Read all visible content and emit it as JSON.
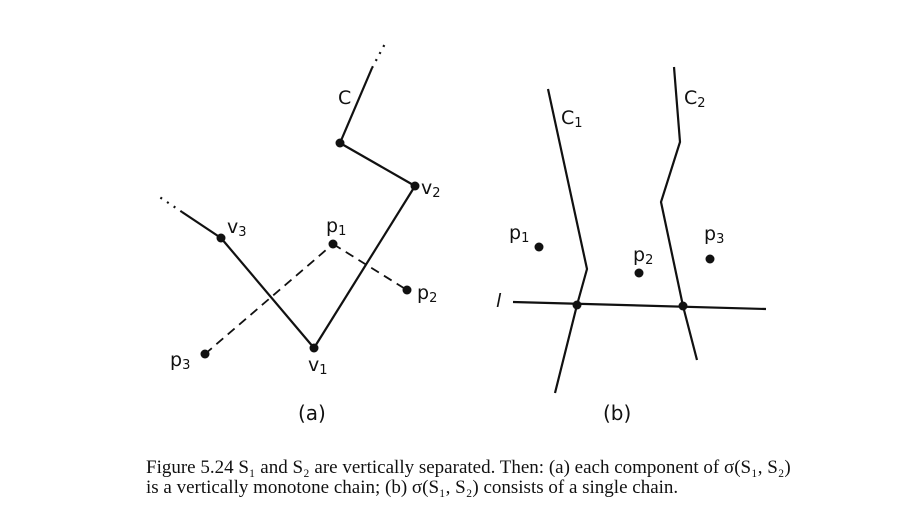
{
  "panel_a": {
    "label": "(a)",
    "labels": {
      "C": "C",
      "v1": "v",
      "v1_sub": "1",
      "v2": "v",
      "v2_sub": "2",
      "v3": "v",
      "v3_sub": "3",
      "p1": "p",
      "p1_sub": "1",
      "p2": "p",
      "p2_sub": "2",
      "p3": "p",
      "p3_sub": "3"
    }
  },
  "panel_b": {
    "label": "(b)",
    "labels": {
      "C1": "C",
      "C1_sub": "1",
      "C2": "C",
      "C2_sub": "2",
      "l": "l",
      "p1": "p",
      "p1_sub": "1",
      "p2": "p",
      "p2_sub": "2",
      "p3": "p",
      "p3_sub": "3"
    }
  },
  "caption": {
    "line1": "Figure 5.24    S₁ and S₂ are vertically separated. Then: (a) each component of σ(S₁, S₂)",
    "line2": "is a vertically monotone chain; (b) σ(S₁, S₂) consists of a single chain."
  }
}
